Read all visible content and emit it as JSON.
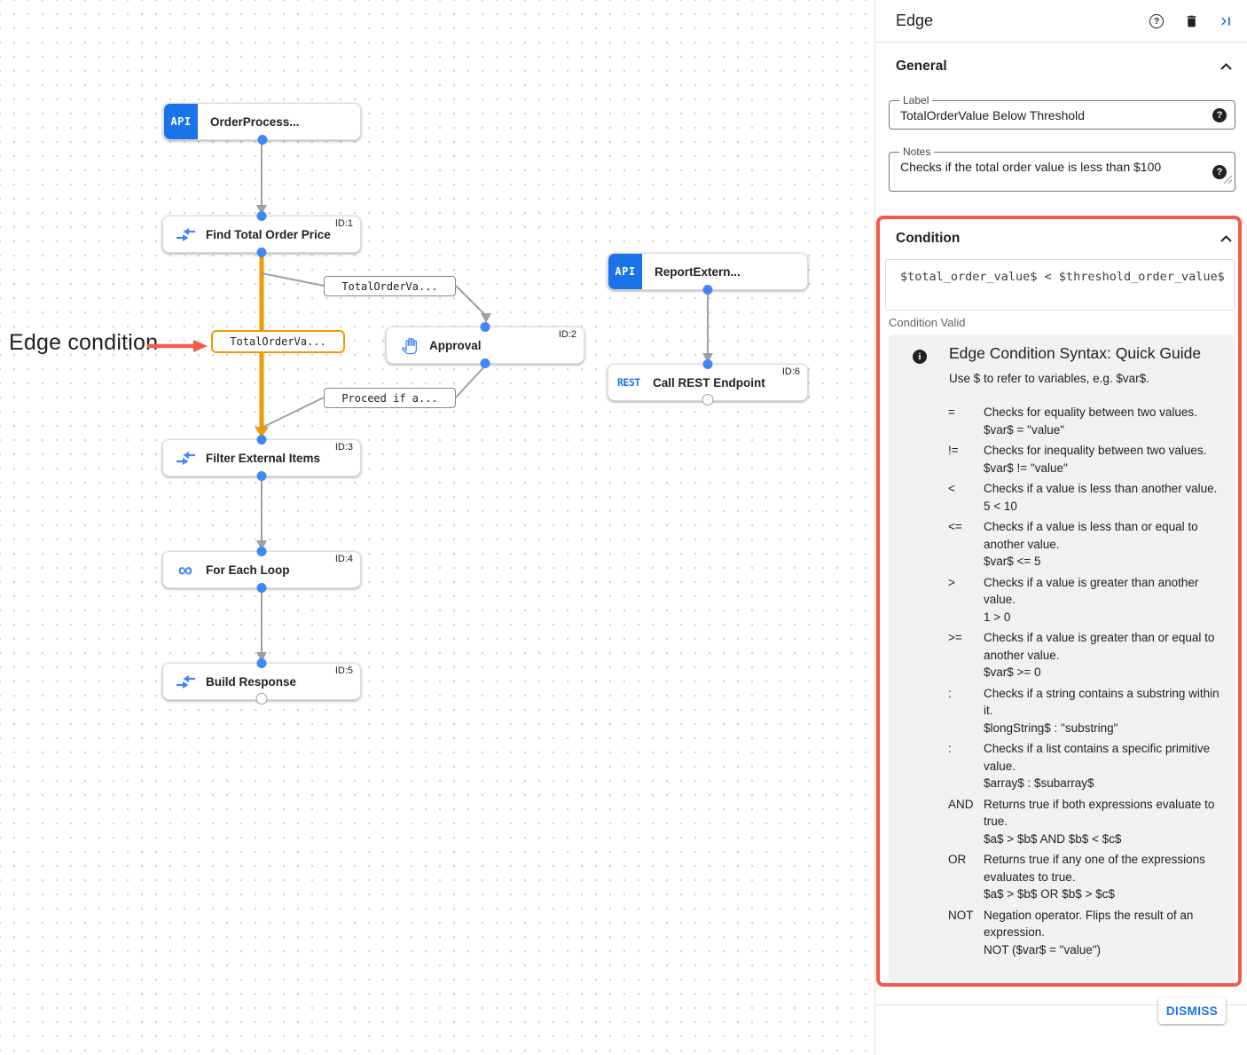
{
  "annotation": {
    "label": "Edge condition"
  },
  "canvas": {
    "nodes": [
      {
        "label": "OrderProcess...",
        "icon": "api-trigger",
        "task_id": ""
      },
      {
        "label": "Find Total Order Price",
        "icon": "data-mapping",
        "task_id": "ID:1"
      },
      {
        "label": "Approval",
        "icon": "hand-approval",
        "task_id": "ID:2"
      },
      {
        "label": "ReportExtern...",
        "icon": "api-trigger",
        "task_id": ""
      },
      {
        "label": "Call REST Endpoint",
        "icon": "rest",
        "task_id": "ID:6"
      },
      {
        "label": "Filter External Items",
        "icon": "data-mapping",
        "task_id": "ID:3"
      },
      {
        "label": "For Each Loop",
        "icon": "loop",
        "task_id": "ID:4"
      },
      {
        "label": "Build Response",
        "icon": "data-mapping",
        "task_id": "ID:5"
      }
    ],
    "api_badge_text": "API",
    "rest_badge_text": "REST",
    "loop_glyph": "∞",
    "edge_labels": [
      {
        "text": "TotalOrderVa...",
        "highlighted": false
      },
      {
        "text": "TotalOrderVa...",
        "highlighted": true
      },
      {
        "text": "Proceed if a...",
        "highlighted": false
      }
    ]
  },
  "panel": {
    "title": "Edge",
    "general": {
      "section_label": "General",
      "label_field": {
        "label": "Label",
        "value": "TotalOrderValue Below Threshold",
        "help_badge": "?"
      },
      "notes_field": {
        "label": "Notes",
        "value": "Checks if the total order value is less than $100",
        "help_badge": "?"
      }
    },
    "condition": {
      "section_label": "Condition",
      "expression": "$total_order_value$ < $threshold_order_value$",
      "status": "Condition Valid",
      "guide": {
        "info_glyph": "i",
        "title": "Edge Condition Syntax: Quick Guide",
        "subtitle": "Use $ to refer to variables, e.g. $var$.",
        "rows": [
          {
            "op": "=",
            "desc": "Checks for equality between two values.",
            "example": "$var$ = \"value\""
          },
          {
            "op": "!=",
            "desc": "Checks for inequality between two values.",
            "example": "$var$ != \"value\""
          },
          {
            "op": "<",
            "desc": "Checks if a value is less than another value.",
            "example": "5 < 10"
          },
          {
            "op": "<=",
            "desc": "Checks if a value is less than or equal to another value.",
            "example": "$var$ <= 5"
          },
          {
            "op": ">",
            "desc": "Checks if a value is greater than another value.",
            "example": "1 > 0"
          },
          {
            "op": ">=",
            "desc": "Checks if a value is greater than or equal to another value.",
            "example": "$var$ >= 0"
          },
          {
            "op": ":",
            "desc": "Checks if a string contains a substring within it.",
            "example": "$longString$ : \"substring\""
          },
          {
            "op": ":",
            "desc": "Checks if a list contains a specific primitive value.",
            "example": "$array$ : $subarray$"
          },
          {
            "op": "AND",
            "desc": "Returns true if both expressions evaluate to true.",
            "example": "$a$ > $b$ AND $b$ < $c$"
          },
          {
            "op": "OR",
            "desc": "Returns true if any one of the expressions evaluates to true.",
            "example": "$a$ > $b$ OR $b$ > $c$"
          },
          {
            "op": "NOT",
            "desc": "Negation operator. Flips the result of an expression.",
            "example": "NOT ($var$ = \"value\")"
          }
        ]
      }
    },
    "dismiss_label": "DISMISS"
  },
  "colors": {
    "accent_blue": "#1a73e8",
    "dot_blue": "#4285f4",
    "edge_orange": "#f29900",
    "annotation_red": "#f25b4c",
    "edge_gray": "#9aa0a6"
  }
}
